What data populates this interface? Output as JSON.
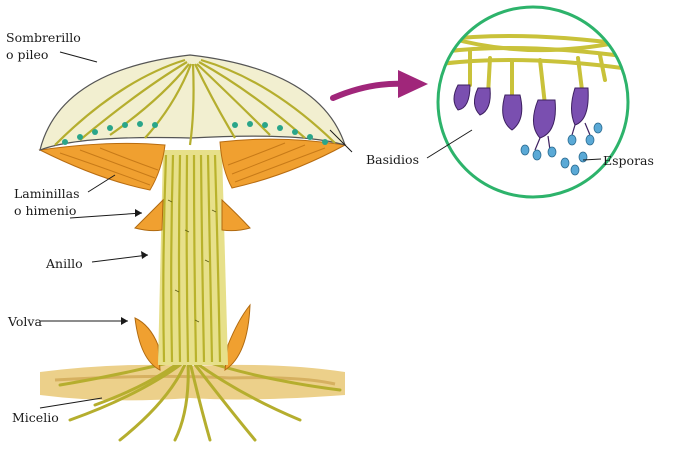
{
  "labels": {
    "sombrerillo_line1": "Sombrerillo",
    "sombrerillo_line2": "o pileo",
    "laminillas_line1": "Laminillas",
    "laminillas_line2": "o himenio",
    "anillo": "Anillo",
    "volva": "Volva",
    "micelio": "Micelio",
    "basidios": "Basidios",
    "esporas": "Esporas"
  },
  "colors": {
    "hypha": "#c9c23a",
    "hypha_dark": "#8a8a1e",
    "gill": "#f0a030",
    "gill_light": "#f7c660",
    "basidium": "#7a4fb0",
    "spore": "#5aa9d6",
    "teal": "#2aa58a",
    "circle": "#2db36b",
    "arrow": "#a0267a",
    "soil": "#e8c878"
  }
}
